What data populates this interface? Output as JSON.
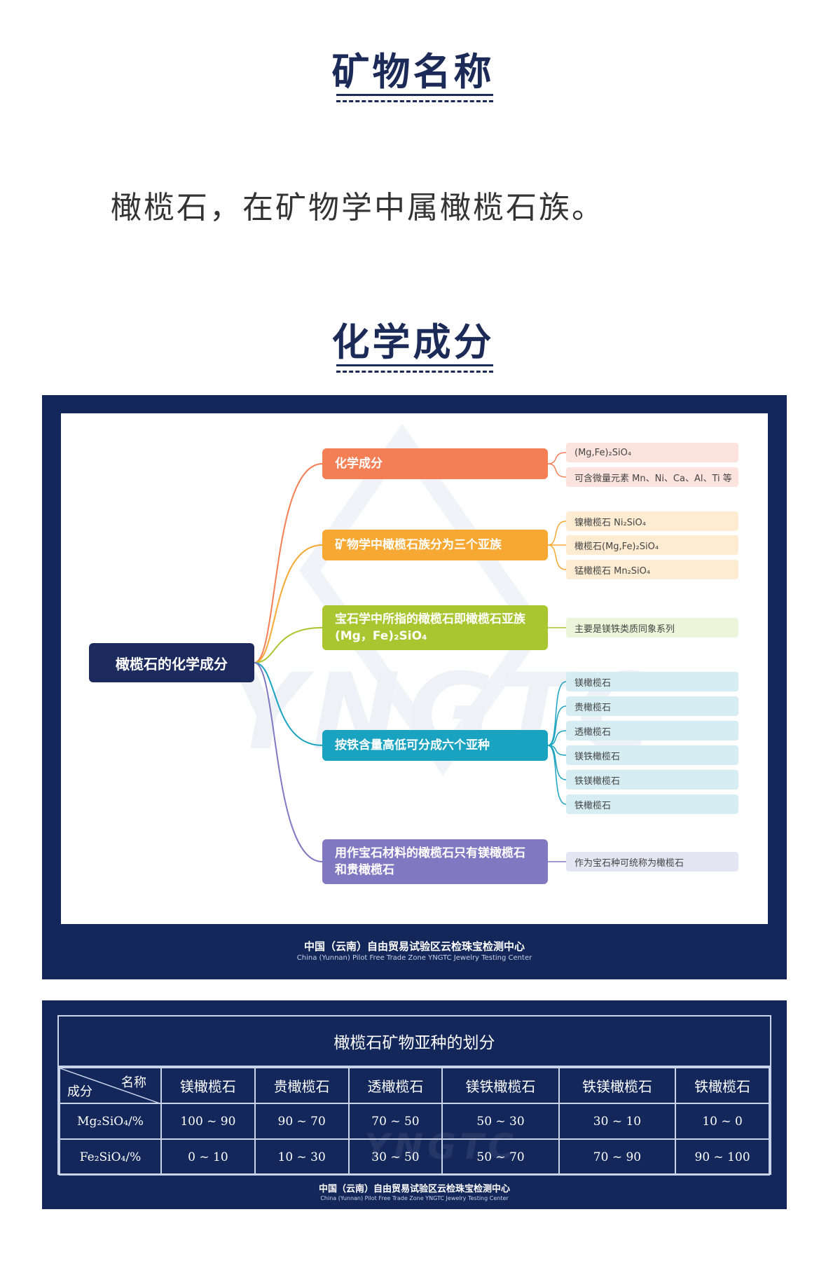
{
  "section1": {
    "title": "矿物名称"
  },
  "intro": "橄榄石，在矿物学中属橄榄石族。",
  "section2": {
    "title": "化学成分"
  },
  "mindmap": {
    "root": "橄榄石的化学成分",
    "watermark": "YNGTC",
    "branches": [
      {
        "label": "化学成分",
        "color": "#f57f55",
        "leaves": [
          "(Mg,Fe)₂SiO₄",
          "可含微量元素 Mn、Ni、Ca、Al、Ti 等"
        ],
        "leaf_color": "#fde3dd"
      },
      {
        "label": "矿物学中橄榄石族分为三个亚族",
        "color": "#f7a833",
        "leaves": [
          "镍橄榄石 Ni₂SiO₄",
          "橄榄石(Mg,Fe)₂SiO₄",
          "锰橄榄石 Mn₂SiO₄"
        ],
        "leaf_color": "#fdecd2"
      },
      {
        "label_line1": "宝石学中所指的橄榄石即橄榄石亚族",
        "label_line2": "(Mg，Fe)₂SiO₄",
        "color": "#a9c52f",
        "leaves": [
          "主要是镁铁类质同象系列"
        ],
        "leaf_color": "#eef4d9"
      },
      {
        "label": "按铁含量高低可分成六个亚种",
        "color": "#1aa3c0",
        "leaves": [
          "镁橄榄石",
          "贵橄榄石",
          "透橄榄石",
          "镁铁橄榄石",
          "铁镁橄榄石",
          "铁橄榄石"
        ],
        "leaf_color": "#d5edf3"
      },
      {
        "label_line1": "用作宝石材料的橄榄石只有镁橄榄石",
        "label_line2": "和贵橄榄石",
        "color": "#8079c2",
        "leaves": [
          "作为宝石种可统称为橄榄石"
        ],
        "leaf_color": "#e6e5f3"
      }
    ],
    "footer_cn": "中国（云南）自由贸易试验区云检珠宝检测中心",
    "footer_en": "China (Yunnan) Pilot Free Trade Zone  YNGTC Jewelry Testing Center"
  },
  "table": {
    "caption": "橄榄石矿物亚种的划分",
    "corner_name": "名称",
    "corner_comp": "成分",
    "headers": [
      "镁橄榄石",
      "贵橄榄石",
      "透橄榄石",
      "镁铁橄榄石",
      "铁镁橄榄石",
      "铁橄榄石"
    ],
    "rows": [
      {
        "label": "Mg₂SiO₄/%",
        "values": [
          "100 ~ 90",
          "90 ~ 70",
          "70 ~ 50",
          "50 ~ 30",
          "30 ~ 10",
          "10 ~ 0"
        ]
      },
      {
        "label": "Fe₂SiO₄/%",
        "values": [
          "0 ~ 10",
          "10 ~ 30",
          "30 ~ 50",
          "50 ~ 70",
          "70 ~ 90",
          "90 ~ 100"
        ]
      }
    ],
    "footer_cn": "中国（云南）自由贸易试验区云检珠宝检测中心",
    "footer_en": "China (Yunnan) Pilot Free Trade Zone  YNGTC Jewelry Testing Center"
  }
}
